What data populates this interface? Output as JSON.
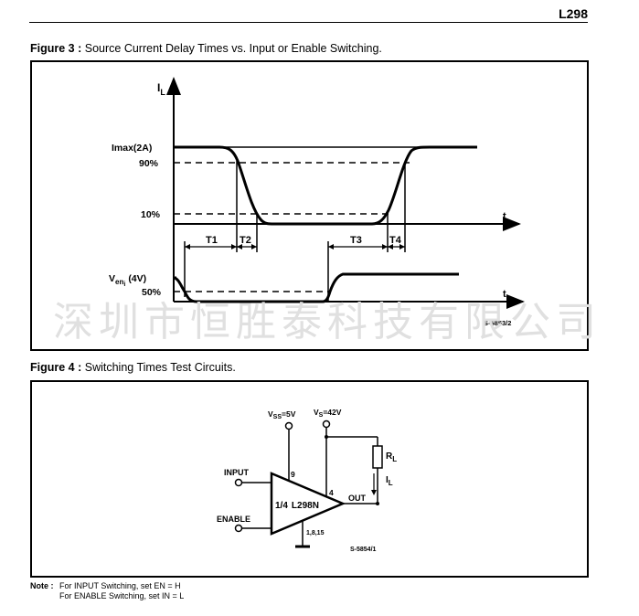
{
  "header": {
    "title": "L298"
  },
  "figure3": {
    "caption_bold": "Figure 3 :",
    "caption_text": " Source Current Delay Times vs. Input or Enable Switching.",
    "labels": {
      "y_axis": "I",
      "y_axis_sub": "L",
      "imax": "Imax(2A)",
      "p90": "90%",
      "p10": "10%",
      "t_axis": "t",
      "t1": "T1",
      "t2": "T2",
      "t3": "T3",
      "t4": "T4",
      "ven_main": "V",
      "ven_sub": "en",
      "ven_sub2": "i",
      "ven_val": "(4V)",
      "p50": "50%",
      "ref": "S-5853/2"
    }
  },
  "watermark": "深圳市恒胜泰科技有限公司",
  "figure4": {
    "caption_bold": "Figure 4 :",
    "caption_text": " Switching Times Test Circuits.",
    "labels": {
      "vss": "V",
      "vss_sub": "SS",
      "vss_val": "=5V",
      "vs": "V",
      "vs_sub": "S",
      "vs_val": "=42V",
      "rl": "R",
      "rl_sub": "L",
      "il": "I",
      "il_sub": "L",
      "input": "INPUT",
      "enable": "ENABLE",
      "out": "OUT",
      "pin9": "9",
      "pin4": "4",
      "pins_gnd": "1,8,15",
      "chip_a": "1/4",
      "chip_b": "L298N",
      "ref": "S-5854/1"
    }
  },
  "note": {
    "label": "Note :",
    "line1": "For INPUT Switching, set EN = H",
    "line2": "For ENABLE Switching, set IN = L"
  }
}
